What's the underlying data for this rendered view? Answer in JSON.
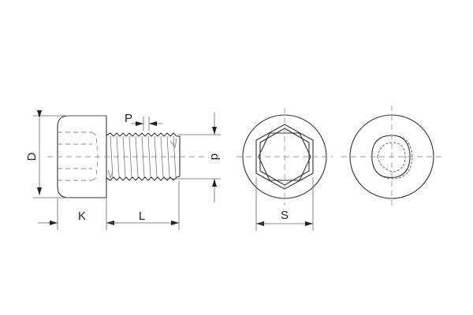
{
  "drawing": {
    "type": "technical drawing - socket head cap screw",
    "views": [
      "side view",
      "hex socket end view",
      "tamper-proof socket end view"
    ],
    "labels": {
      "D": "D",
      "K": "K",
      "L": "L",
      "P": "P",
      "d": "d",
      "S": "S"
    },
    "colors": {
      "background": "#ffffff",
      "outline": "#333333",
      "dimension": "#666666",
      "centerline": "#999999"
    }
  }
}
